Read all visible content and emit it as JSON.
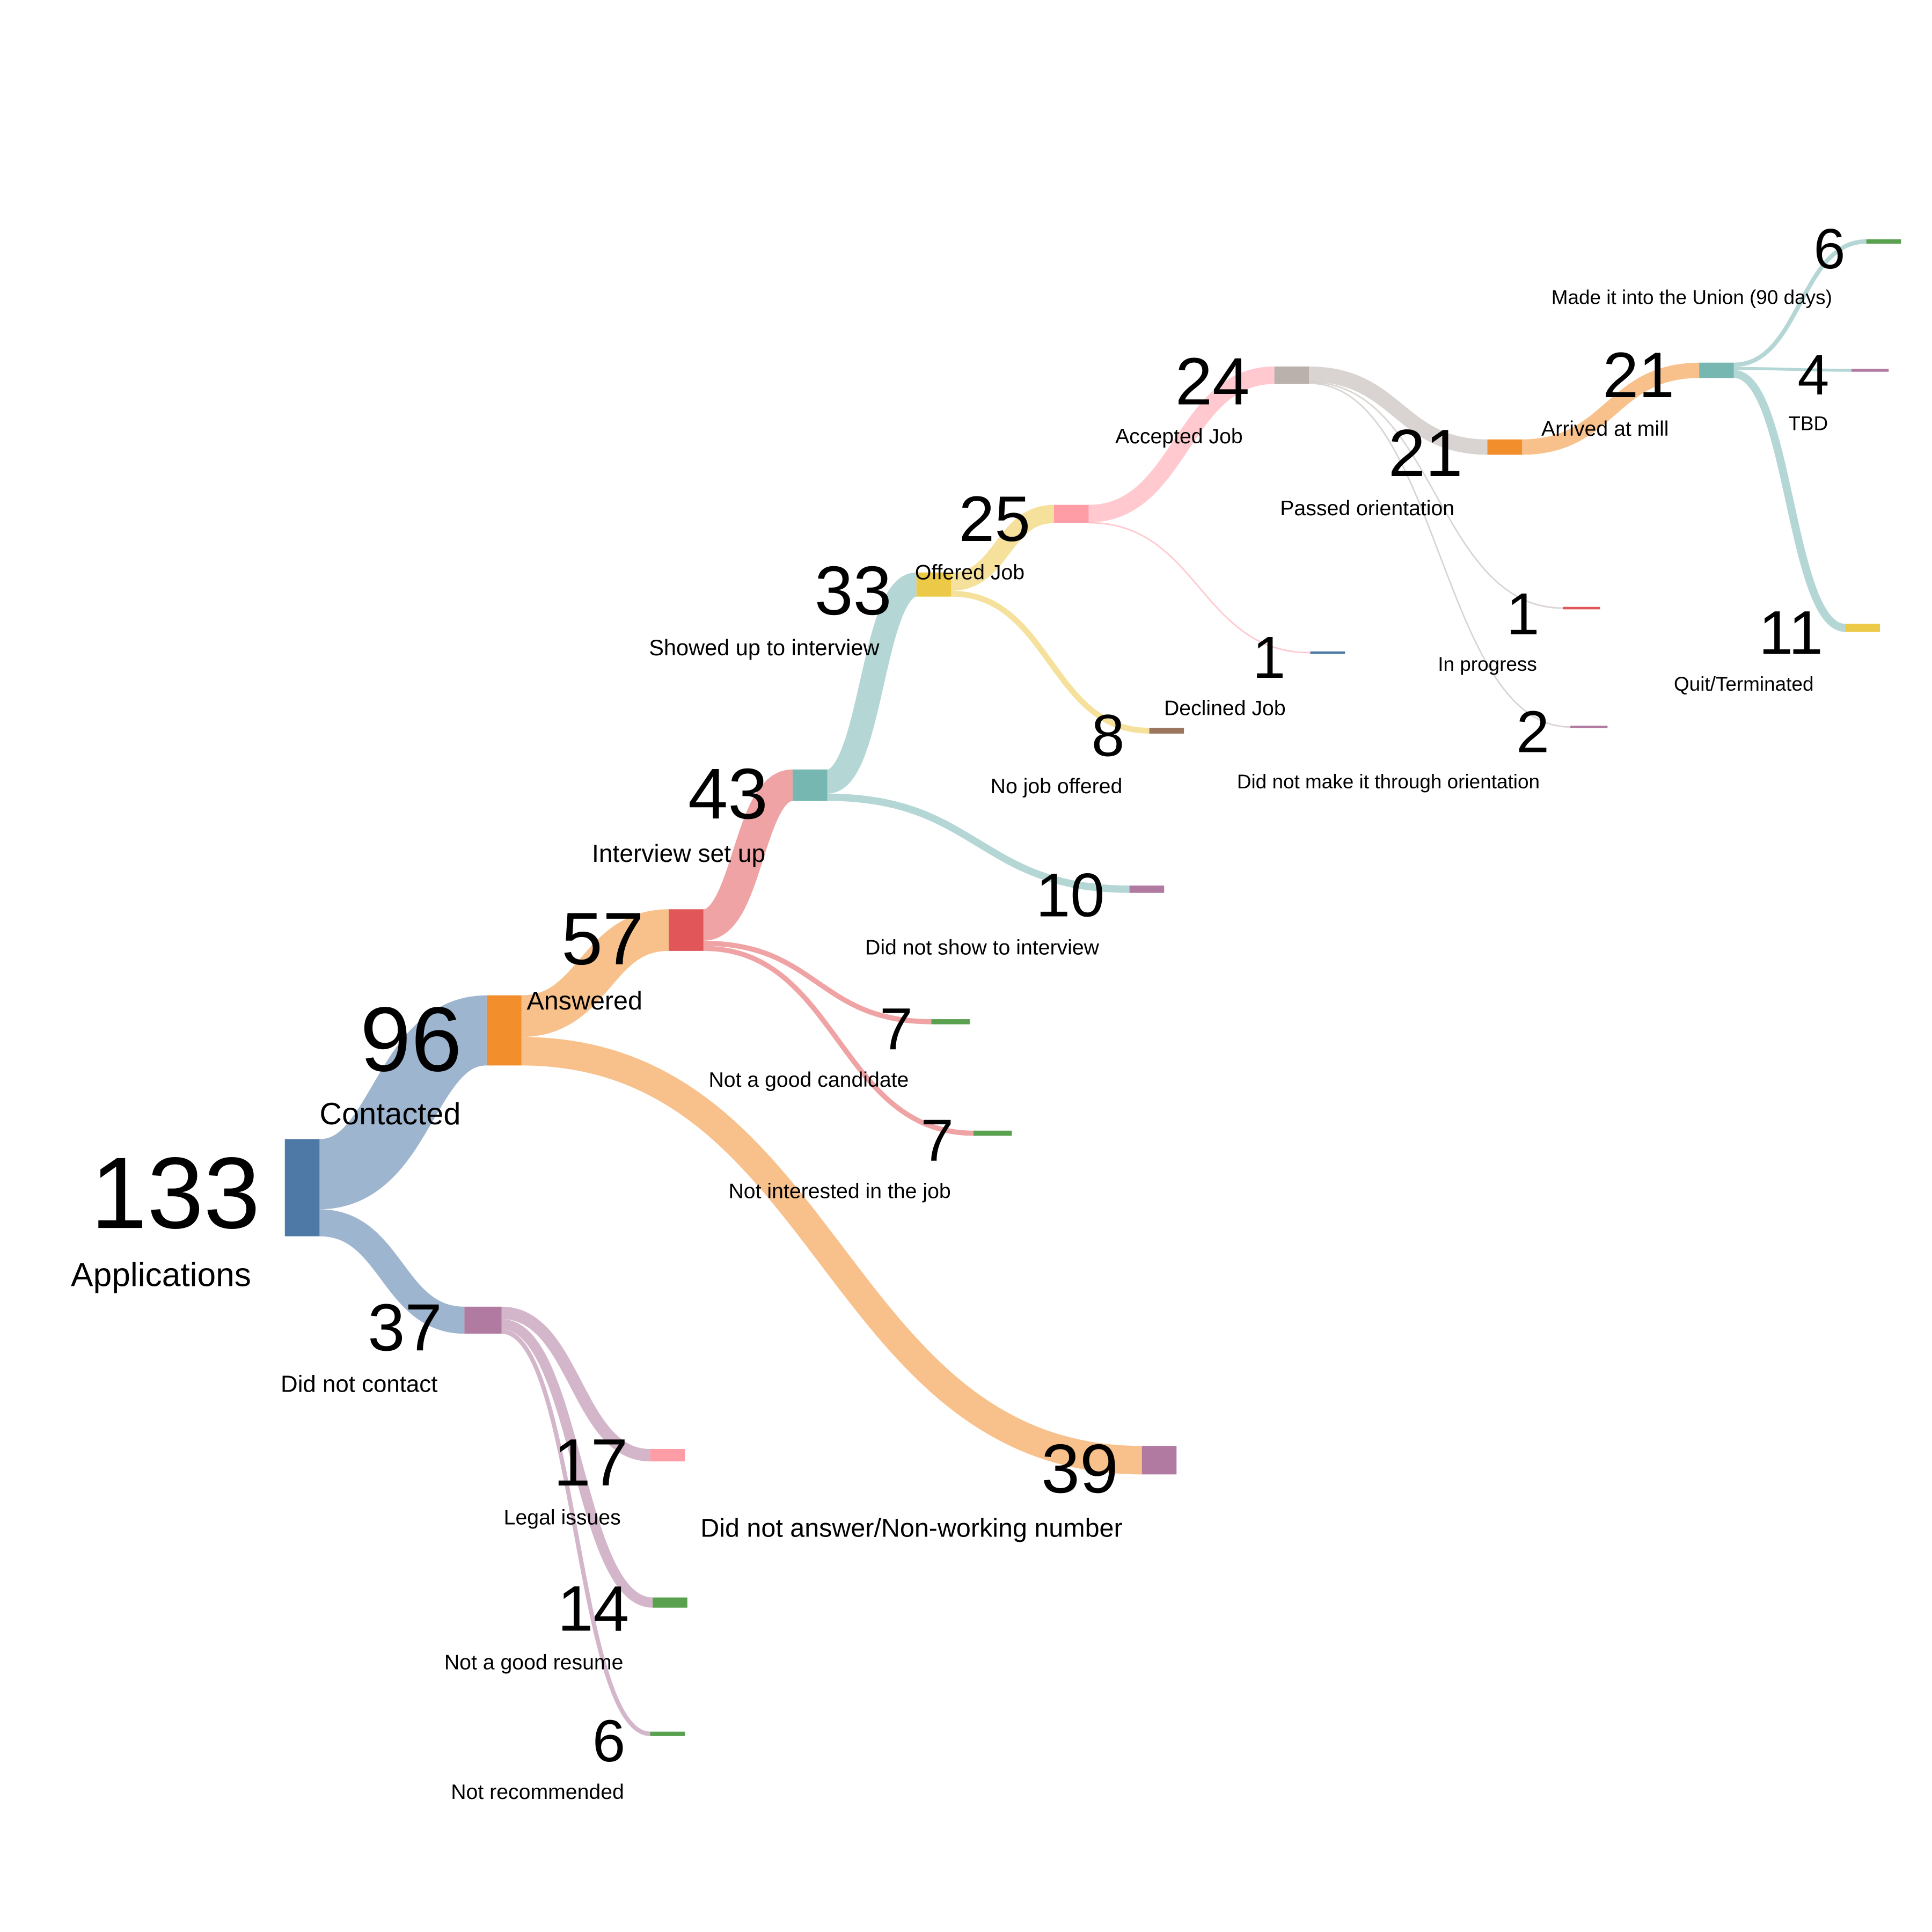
{
  "chart_data": {
    "type": "sankey",
    "title": "",
    "nodes": [
      {
        "id": "applications",
        "label": "Applications",
        "value": 133,
        "color": "#4e79a7"
      },
      {
        "id": "contacted",
        "label": "Contacted",
        "value": 96,
        "color": "#f28e2b"
      },
      {
        "id": "did_not_contact",
        "label": "Did not contact",
        "value": 37,
        "color": "#b07aa1"
      },
      {
        "id": "answered",
        "label": "Answered",
        "value": 57,
        "color": "#e15759"
      },
      {
        "id": "did_not_answer",
        "label": "Did not answer/Non-working number",
        "value": 39,
        "color": "#b07aa1"
      },
      {
        "id": "legal",
        "label": "Legal issues",
        "value": 17,
        "color": "#ff9da7"
      },
      {
        "id": "bad_resume",
        "label": "Not a good resume",
        "value": 14,
        "color": "#59a14f"
      },
      {
        "id": "not_recommended",
        "label": "Not recommended",
        "value": 6,
        "color": "#59a14f"
      },
      {
        "id": "interview",
        "label": "Interview set up",
        "value": 43,
        "color": "#76b7b2"
      },
      {
        "id": "bad_candidate",
        "label": "Not a good candidate",
        "value": 7,
        "color": "#59a14f"
      },
      {
        "id": "not_interested",
        "label": "Not interested in the job",
        "value": 7,
        "color": "#59a14f"
      },
      {
        "id": "showed",
        "label": "Showed up to interview",
        "value": 33,
        "color": "#edc948"
      },
      {
        "id": "no_show",
        "label": "Did not show to interview",
        "value": 10,
        "color": "#b07aa1"
      },
      {
        "id": "offered",
        "label": "Offered Job",
        "value": 25,
        "color": "#ff9da7"
      },
      {
        "id": "no_offer",
        "label": "No job offered",
        "value": 8,
        "color": "#9c755f"
      },
      {
        "id": "accepted",
        "label": "Accepted Job",
        "value": 24,
        "color": "#bab0ac"
      },
      {
        "id": "declined",
        "label": "Declined Job",
        "value": 1,
        "color": "#4e79a7"
      },
      {
        "id": "passed",
        "label": "Passed orientation",
        "value": 21,
        "color": "#f28e2b"
      },
      {
        "id": "in_progress",
        "label": "In progress",
        "value": 1,
        "color": "#e15759"
      },
      {
        "id": "failed_orientation",
        "label": "Did not make it through orientation",
        "value": 2,
        "color": "#b07aa1"
      },
      {
        "id": "arrived",
        "label": "Arrived at mill",
        "value": 21,
        "color": "#76b7b2"
      },
      {
        "id": "union",
        "label": "Made it into the Union (90 days)",
        "value": 6,
        "color": "#59a14f"
      },
      {
        "id": "tbd",
        "label": "TBD",
        "value": 4,
        "color": "#b07aa1"
      },
      {
        "id": "quit",
        "label": "Quit/Terminated",
        "value": 11,
        "color": "#edc948"
      }
    ],
    "links": [
      {
        "source": "applications",
        "target": "contacted",
        "value": 96
      },
      {
        "source": "applications",
        "target": "did_not_contact",
        "value": 37
      },
      {
        "source": "contacted",
        "target": "answered",
        "value": 57
      },
      {
        "source": "contacted",
        "target": "did_not_answer",
        "value": 39
      },
      {
        "source": "did_not_contact",
        "target": "legal",
        "value": 17
      },
      {
        "source": "did_not_contact",
        "target": "bad_resume",
        "value": 14
      },
      {
        "source": "did_not_contact",
        "target": "not_recommended",
        "value": 6
      },
      {
        "source": "answered",
        "target": "interview",
        "value": 43
      },
      {
        "source": "answered",
        "target": "bad_candidate",
        "value": 7
      },
      {
        "source": "answered",
        "target": "not_interested",
        "value": 7
      },
      {
        "source": "interview",
        "target": "showed",
        "value": 33
      },
      {
        "source": "interview",
        "target": "no_show",
        "value": 10
      },
      {
        "source": "showed",
        "target": "offered",
        "value": 25
      },
      {
        "source": "showed",
        "target": "no_offer",
        "value": 8
      },
      {
        "source": "offered",
        "target": "accepted",
        "value": 24
      },
      {
        "source": "offered",
        "target": "declined",
        "value": 1
      },
      {
        "source": "accepted",
        "target": "passed",
        "value": 21
      },
      {
        "source": "accepted",
        "target": "in_progress",
        "value": 1
      },
      {
        "source": "accepted",
        "target": "failed_orientation",
        "value": 2
      },
      {
        "source": "passed",
        "target": "arrived",
        "value": 21
      },
      {
        "source": "arrived",
        "target": "union",
        "value": 6
      },
      {
        "source": "arrived",
        "target": "tbd",
        "value": 4
      },
      {
        "source": "arrived",
        "target": "quit",
        "value": 11
      }
    ]
  }
}
